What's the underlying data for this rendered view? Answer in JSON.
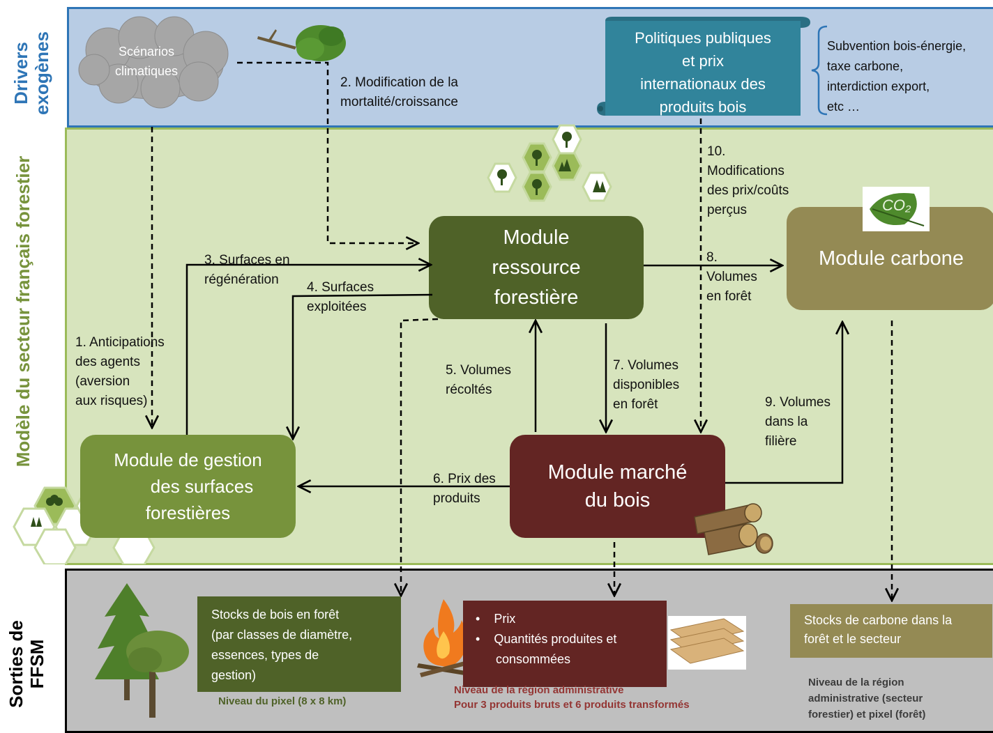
{
  "bands": {
    "drivers": {
      "label_line1": "Drivers",
      "label_line2": "exogènes"
    },
    "model": {
      "label_line1": "Modèle du secteur français forestier"
    },
    "outputs": {
      "label_line1": "Sorties de",
      "label_line2": "FFSM"
    }
  },
  "drivers": {
    "cloud": {
      "line1": "Scénarios",
      "line2": "climatiques"
    },
    "policy": {
      "line1": "Politiques publiques",
      "line2": "et prix",
      "line3": "internationaux des",
      "line4": "produits bois"
    },
    "brace_list": {
      "line1": "Subvention bois-énergie,",
      "line2": "taxe carbone,",
      "line3": "interdiction export,",
      "line4": "etc …"
    }
  },
  "modules": {
    "ressource": {
      "line1": "Module",
      "line2": "ressource",
      "line3": "forestière"
    },
    "carbone": {
      "line1": "Module carbone",
      "badge": "CO₂"
    },
    "gestion": {
      "line1": "Module de gestion",
      "line2": "des surfaces",
      "line3": "forestières"
    },
    "marche": {
      "line1": "Module marché",
      "line2": "du bois"
    }
  },
  "flows": {
    "f1": {
      "line1": "1. Anticipations",
      "line2": "des agents",
      "line3": "(aversion",
      "line4": "aux risques)"
    },
    "f2": {
      "line1": "2. Modification de la",
      "line2": "mortalité/croissance"
    },
    "f3": {
      "line1": "3. Surfaces en",
      "line2": "régénération"
    },
    "f4": {
      "line1": "4. Surfaces",
      "line2": "exploitées"
    },
    "f5": {
      "line1": "5. Volumes",
      "line2": "récoltés"
    },
    "f6": {
      "line1": "6. Prix des",
      "line2": "produits"
    },
    "f7": {
      "line1": "7. Volumes",
      "line2": "disponibles",
      "line3": "en forêt"
    },
    "f8": {
      "line1": "8.",
      "line2": "Volumes",
      "line3": "en forêt"
    },
    "f9": {
      "line1": "9. Volumes",
      "line2": "dans la",
      "line3": "filière"
    },
    "f10": {
      "line1": "10.",
      "line2": "Modifications",
      "line3": "des prix/coûts",
      "line4": "perçus"
    }
  },
  "outputs": {
    "stocks_bois": {
      "line1": "Stocks de bois en forêt",
      "line2": "(par classes de diamètre,",
      "line3": "essences, types de",
      "line4": "gestion)",
      "level": "Niveau du pixel (8 x 8 km)"
    },
    "marche": {
      "item1": "Prix",
      "item2": "Quantités produites et",
      "item2b": "consommées",
      "level1": "Niveau de la région administrative",
      "level2": "Pour 3 produits bruts et 6 produits transformés"
    },
    "carbone": {
      "line1": "Stocks de carbone dans la",
      "line2": "forêt et le secteur",
      "level1": "Niveau de la région",
      "level2": "administrative (secteur",
      "level3": "forestier) et pixel (forêt)"
    }
  },
  "colors": {
    "drivers_bg": "#b8cce4",
    "drivers_border": "#2e75b6",
    "model_bg": "#d7e4bd",
    "model_border": "#9bbb59",
    "outputs_bg": "#bfbfbf",
    "outputs_border": "#000000",
    "ressource": "#4f6228",
    "carbone": "#948a54",
    "gestion": "#77933c",
    "marche": "#632523",
    "policy": "#31849b",
    "cloud": "#a6a6a6",
    "out_bois": "#4f6228",
    "out_marche": "#632523",
    "out_carbone": "#948a54"
  }
}
